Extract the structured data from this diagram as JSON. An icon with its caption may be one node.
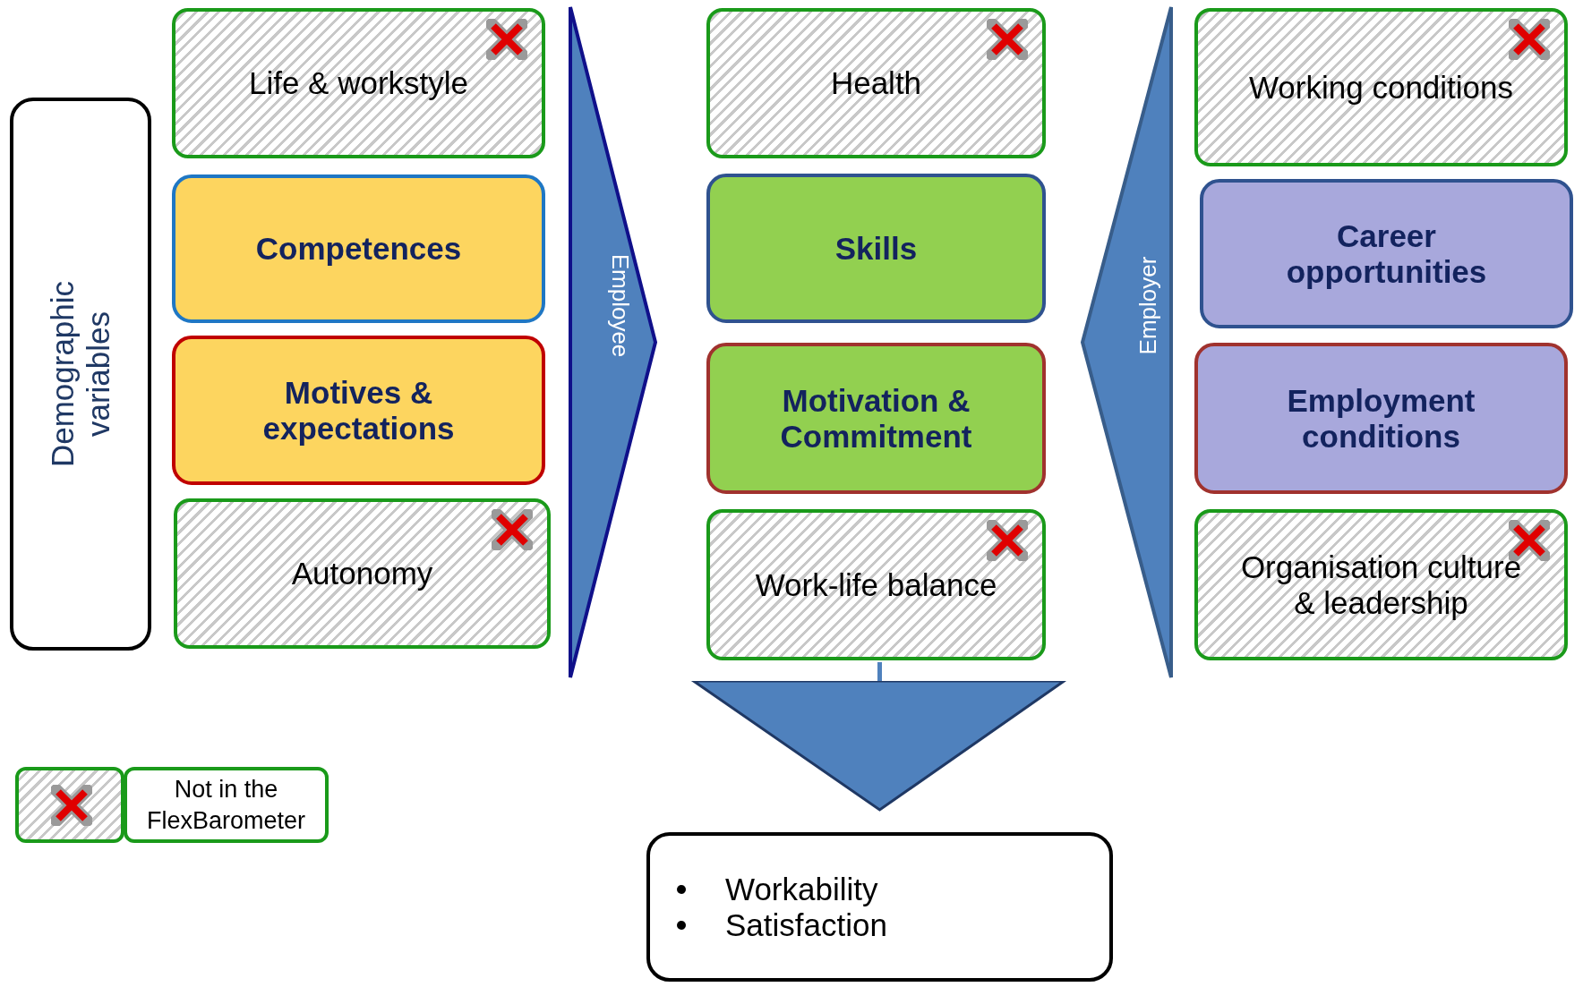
{
  "diagram": {
    "nodes": [
      {
        "text": [
          "Demographic variables"
        ]
      },
      {
        "text": [
          "Life & workstyle"
        ]
      },
      {
        "text": [
          "Competences"
        ]
      },
      {
        "text": [
          "Motives & expectations"
        ]
      },
      {
        "text": [
          "Autonomy"
        ]
      },
      {
        "text": [
          "Employee"
        ]
      },
      {
        "text": [
          "Health"
        ]
      },
      {
        "text": [
          "Skills"
        ]
      },
      {
        "text": [
          "Motivation & Commitment"
        ]
      },
      {
        "text": [
          "Work-life balance"
        ]
      },
      {
        "text": [
          "Employer"
        ]
      },
      {
        "text": [
          "Working conditions"
        ]
      },
      {
        "text": [
          "Career opportunities"
        ]
      },
      {
        "text": [
          "Employment conditions"
        ]
      },
      {
        "text": [
          "Organisation culture & leadership"
        ]
      },
      {
        "text": [
          "Workability",
          "Satisfaction"
        ]
      }
    ],
    "edges": [
      {
        "from": 9,
        "to": 15,
        "arrow": "to"
      }
    ],
    "legend": [
      {
        "text": "Not in the FlexBarometer"
      }
    ]
  }
}
